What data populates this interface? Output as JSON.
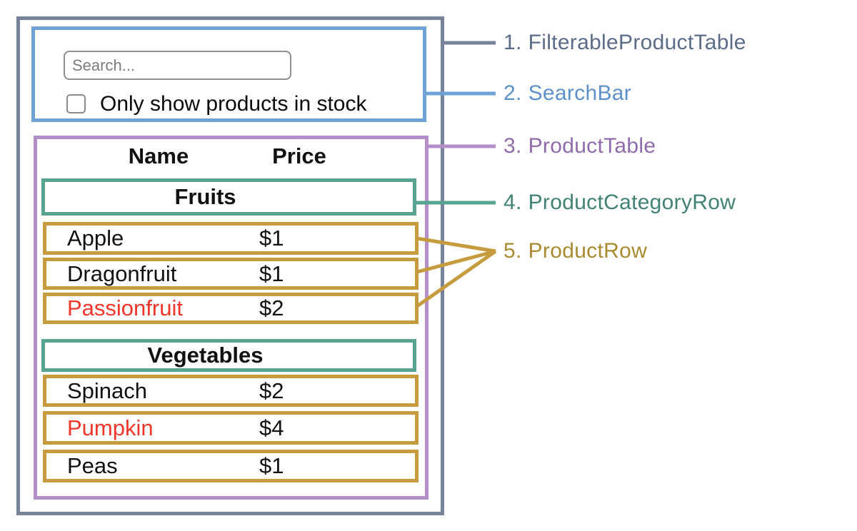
{
  "colors": {
    "slate": "#76839B",
    "blue": "#6FA0D6",
    "purple": "#B48EC9",
    "teal": "#57A493",
    "gold": "#C59B3D",
    "red_out_of_stock": "#F1352A",
    "label_slate": "#5C6B87",
    "label_blue": "#5E90C9",
    "label_purple": "#8F6BAB",
    "label_teal": "#418274",
    "label_gold": "#A98A30"
  },
  "legend": {
    "items": [
      {
        "number": "1.",
        "name": "FilterableProductTable"
      },
      {
        "number": "2.",
        "name": "SearchBar"
      },
      {
        "number": "3.",
        "name": "ProductTable"
      },
      {
        "number": "4.",
        "name": "ProductCategoryRow"
      },
      {
        "number": "5.",
        "name": "ProductRow"
      }
    ]
  },
  "search_bar": {
    "input_placeholder": "Search...",
    "input_value": "",
    "checkbox_label": "Only show products in stock",
    "checkbox_checked": false
  },
  "product_table": {
    "columns": [
      "Name",
      "Price"
    ],
    "sections": [
      {
        "category": "Fruits",
        "products": [
          {
            "name": "Apple",
            "price": "$1",
            "in_stock": true
          },
          {
            "name": "Dragonfruit",
            "price": "$1",
            "in_stock": true
          },
          {
            "name": "Passionfruit",
            "price": "$2",
            "in_stock": false
          }
        ]
      },
      {
        "category": "Vegetables",
        "products": [
          {
            "name": "Spinach",
            "price": "$2",
            "in_stock": true
          },
          {
            "name": "Pumpkin",
            "price": "$4",
            "in_stock": false
          },
          {
            "name": "Peas",
            "price": "$1",
            "in_stock": true
          }
        ]
      }
    ]
  }
}
